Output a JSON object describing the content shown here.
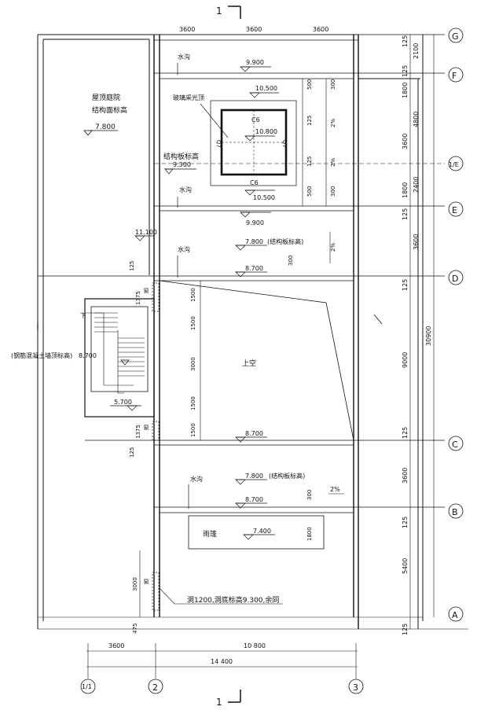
{
  "section_mark": "1",
  "grid_axes": {
    "rows": [
      "G",
      "F",
      "1/E",
      "E",
      "D",
      "C",
      "B",
      "A"
    ],
    "cols": [
      "1/1",
      "2",
      "3"
    ]
  },
  "dims_top": [
    "3600",
    "3600",
    "3600"
  ],
  "dims_bottom": [
    "3600",
    "10 800",
    "14 400"
  ],
  "dims_right": [
    "125",
    "2100",
    "125",
    "1800",
    "4800",
    "3600",
    "1800",
    "2400",
    "125",
    "3600",
    "125",
    "9000",
    "125",
    "3600",
    "125",
    "5400",
    "125"
  ],
  "dim_total": "30900",
  "dims_small": {
    "s125": "125",
    "s1375": "1375",
    "s475": "475",
    "s1500": "1500",
    "s3000": "3000",
    "s300": "300",
    "s500": "500",
    "s1800": "1800"
  },
  "labels": {
    "roof_court_1": "屋顶庭院",
    "roof_court_2": "结构面标高",
    "gutter": "水沟",
    "skylight": "玻璃采光顶",
    "slab_level": "结构板标高",
    "slab_level_paren": "(结构板标高)",
    "void": "上空",
    "canopy": "雨篷",
    "wall_top": "(钢筋混凝土墙顶标高)",
    "window": "窗",
    "hole_note": "洞1200,洞底标高9.300,余同",
    "c6": "C6",
    "q7": "Q7",
    "slope": "2%",
    "down": "下"
  },
  "levels": {
    "l7800": "7.800",
    "l9900": "9.900",
    "l10500": "10.500",
    "l10800": "10.800",
    "l9300": "9.300",
    "l11100": "11.100",
    "l8700": "8.700",
    "l5700": "5.700",
    "l7400": "7.400"
  }
}
